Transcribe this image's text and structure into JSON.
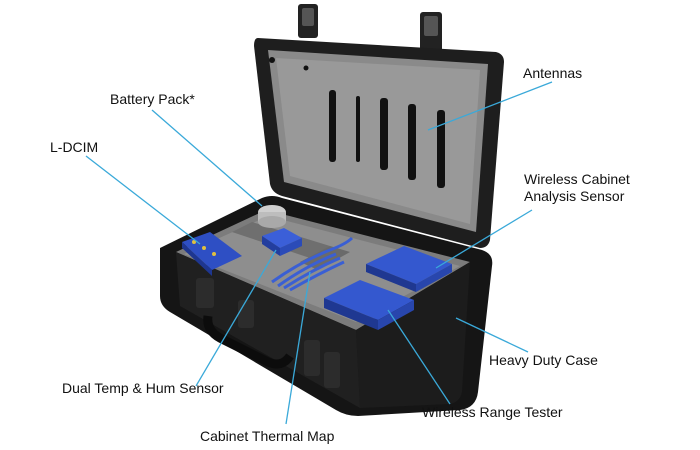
{
  "figure": {
    "accent_line_color": "#3aa9d9",
    "case_color": "#1a1a1a",
    "foam_color": "#8e8e8e",
    "device_color": "#2f4fbf"
  },
  "labels": {
    "antennas": "Antennas",
    "battery_pack": "Battery Pack*",
    "l_dcim": "L-DCIM",
    "wireless_cabinet_analysis_sensor": "Wireless Cabinet Analysis Sensor",
    "heavy_duty_case": "Heavy Duty Case",
    "dual_temp_hum_sensor": "Dual Temp & Hum Sensor",
    "wireless_range_tester": "Wireless Range Tester",
    "cabinet_thermal_map": "Cabinet Thermal Map"
  }
}
